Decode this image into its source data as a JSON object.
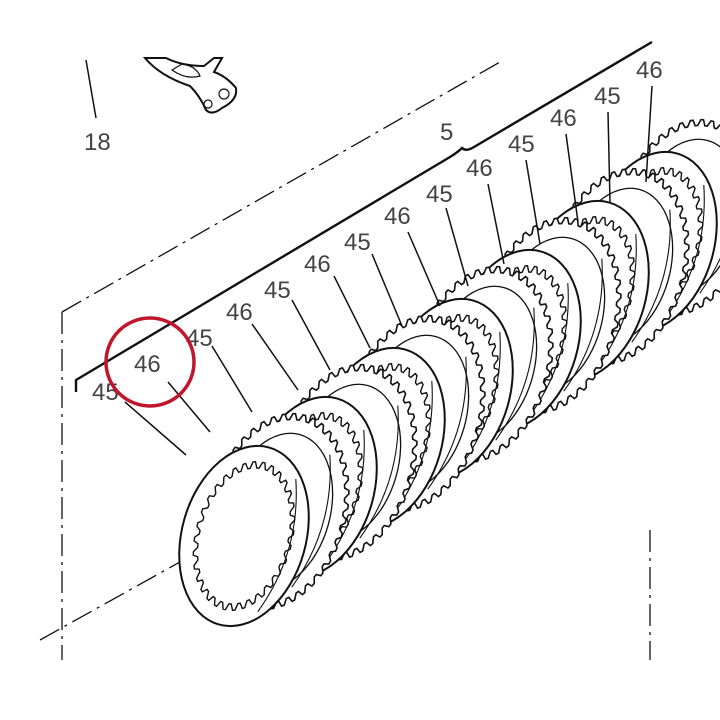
{
  "colors": {
    "line": "#111111",
    "label": "#444444",
    "highlight": "#c0152a",
    "background": "#ffffff"
  },
  "labels": {
    "part_18": "18",
    "group_5": "5",
    "disc_45": "45",
    "disc_46": "46",
    "partial_45": "45",
    "partial_46": "46"
  },
  "callouts": [
    {
      "key": "part_18",
      "text": "18"
    },
    {
      "key": "group_5",
      "text": "5"
    },
    {
      "key": "c01",
      "text": "45"
    },
    {
      "key": "c02",
      "text": "46"
    },
    {
      "key": "c03",
      "text": "45"
    },
    {
      "key": "c04",
      "text": "46"
    },
    {
      "key": "c05",
      "text": "45"
    },
    {
      "key": "c06",
      "text": "46"
    },
    {
      "key": "c07",
      "text": "45"
    },
    {
      "key": "c08",
      "text": "46"
    },
    {
      "key": "c09",
      "text": "45"
    },
    {
      "key": "c10",
      "text": "46"
    },
    {
      "key": "c11",
      "text": "45"
    },
    {
      "key": "c12",
      "text": "46"
    },
    {
      "key": "c13",
      "text": "45"
    },
    {
      "key": "c14",
      "text": "46"
    }
  ],
  "highlight": {
    "shape": "circle",
    "target_text": "46"
  }
}
